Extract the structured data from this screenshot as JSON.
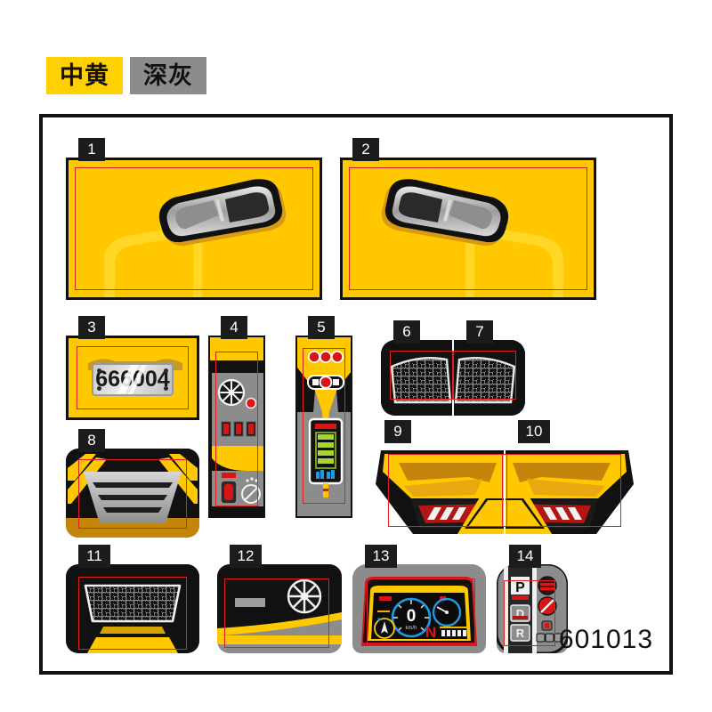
{
  "legend": {
    "swatches": [
      {
        "label": "中黄",
        "color": "#ffd100",
        "name": "medium-yellow"
      },
      {
        "label": "深灰",
        "color": "#8c8c8c",
        "name": "dark-gray"
      }
    ]
  },
  "sheet": {
    "product_code": "601013",
    "panels": [
      {
        "number": "1",
        "name": "window-decal-left",
        "content": "silver window trim on yellow door"
      },
      {
        "number": "2",
        "name": "window-decal-right",
        "content": "silver window trim on yellow door"
      },
      {
        "number": "3",
        "name": "license-plate-decal",
        "plate_number": "666004"
      },
      {
        "number": "4",
        "name": "switch-console-decal",
        "content": "fan dial, red indicator, three rocker switches"
      },
      {
        "number": "5",
        "name": "battery-display-decal",
        "content": "three red lamps, control knob, battery gauge"
      },
      {
        "number": "6",
        "name": "mesh-vent-decal-left",
        "content": "honeycomb mesh vent"
      },
      {
        "number": "7",
        "name": "mesh-vent-decal-right",
        "content": "honeycomb mesh vent"
      },
      {
        "number": "8",
        "name": "front-grille-decal",
        "content": "silver slatted grille with yellow stripes"
      },
      {
        "number": "9",
        "name": "headlight-decal-left",
        "content": "yellow headlight with red lens"
      },
      {
        "number": "10",
        "name": "headlight-decal-right",
        "content": "yellow headlight with red lens"
      },
      {
        "number": "11",
        "name": "radiator-grille-decal",
        "content": "trapezoid honeycomb grille with yellow apron"
      },
      {
        "number": "12",
        "name": "side-body-decal",
        "content": "wheel icon with yellow body stripes"
      },
      {
        "number": "13",
        "name": "instrument-cluster-decal",
        "speed": "0",
        "speed_unit": "km/h",
        "gear": "N"
      },
      {
        "number": "14",
        "name": "gear-selector-decal",
        "buttons": [
          "P",
          "D",
          "R"
        ]
      }
    ]
  },
  "colors": {
    "yellow": "#ffc800",
    "yellow_bright": "#ffd100",
    "dark_gray": "#8c8c8c",
    "black": "#111111",
    "cut_red": "#e02020",
    "silver": "#c9c9c9",
    "red": "#d81414"
  }
}
